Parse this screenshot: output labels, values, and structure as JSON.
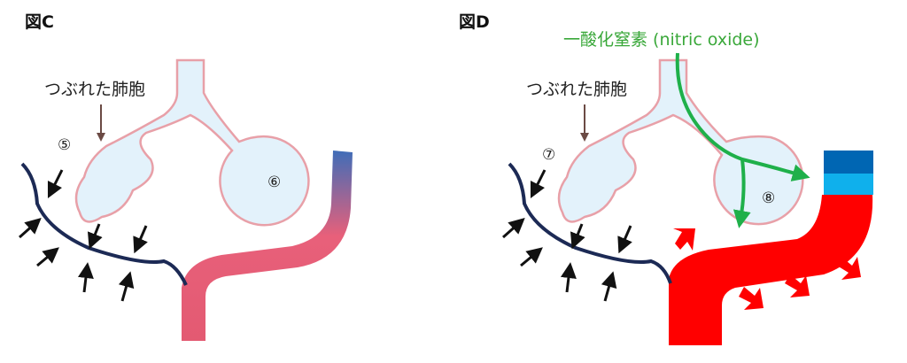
{
  "panel_c": {
    "title": "図C",
    "collapsed_label": "つぶれた肺胞",
    "marker_collapsed": "⑤",
    "marker_round": "⑥"
  },
  "panel_d": {
    "title": "図D",
    "collapsed_label": "つぶれた肺胞",
    "marker_collapsed": "⑦",
    "marker_round": "⑧",
    "gas_label": "一酸化窒素 (nitric oxide)"
  },
  "colors": {
    "alveolus_fill": "#e3f2fb",
    "alveolus_outline": "#e8a0a8",
    "vessel_c": "#e35a72",
    "vessel_d": "#ff0000",
    "nitric_oxide": "#1fb04a",
    "navy": "#1c2a55",
    "dark_blue": "#0066b3",
    "light_blue": "#0fb0ec"
  }
}
